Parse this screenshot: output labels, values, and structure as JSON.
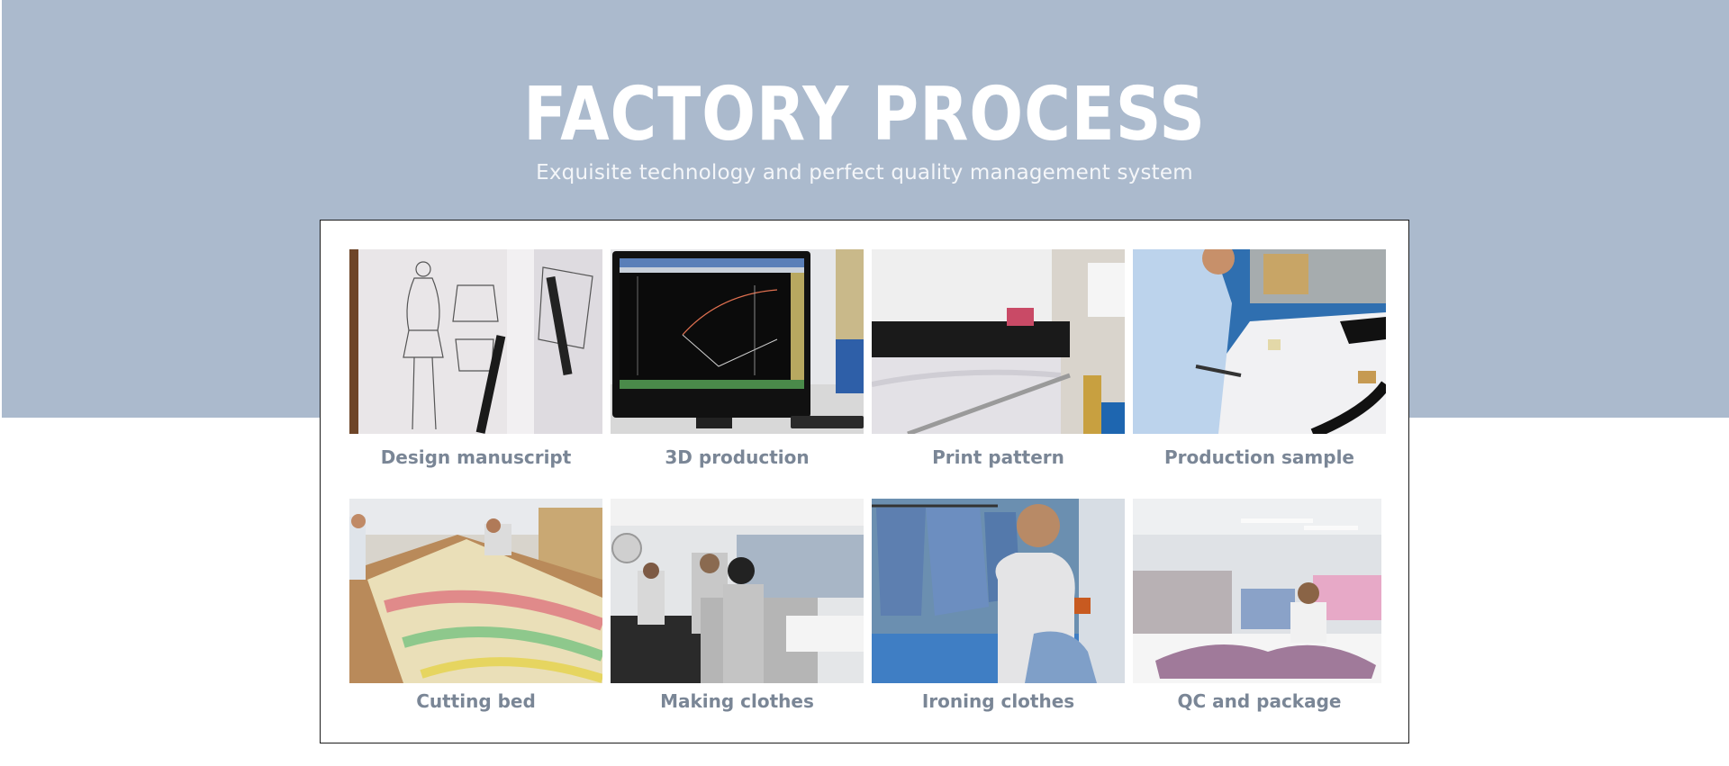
{
  "header": {
    "title": "FACTORY PROCESS",
    "subtitle": "Exquisite technology and perfect quality management system"
  },
  "colors": {
    "hero_background": "#abbacd",
    "caption_text": "#7a8696",
    "panel_border": "#1c1c1c"
  },
  "steps": [
    {
      "label": "Design manuscript",
      "photo": "fashion-sketch-photo"
    },
    {
      "label": "3D production",
      "photo": "pattern-software-monitor-photo"
    },
    {
      "label": "Print pattern",
      "photo": "plotter-printer-photo"
    },
    {
      "label": "Production sample",
      "photo": "fabric-cutting-scissors-photo"
    },
    {
      "label": "Cutting bed",
      "photo": "fabric-layering-table-photo"
    },
    {
      "label": "Making clothes",
      "photo": "sewing-workshop-photo"
    },
    {
      "label": "Ironing clothes",
      "photo": "ironing-station-photo"
    },
    {
      "label": "QC and package",
      "photo": "quality-check-packing-photo"
    }
  ]
}
